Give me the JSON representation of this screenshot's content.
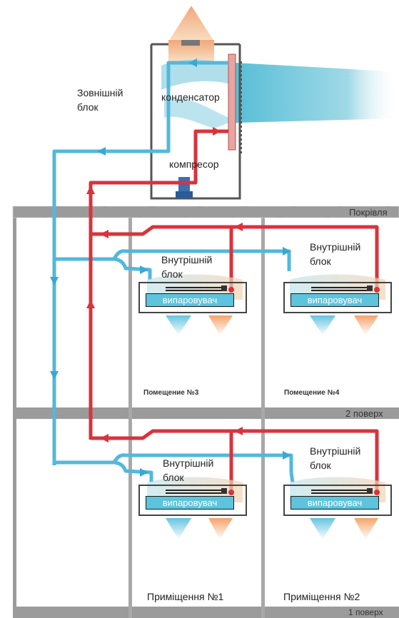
{
  "outdoor_unit": {
    "label_line1": "Зовнішній",
    "label_line2": "блок",
    "condenser": "конденсатор",
    "compressor": "компресор"
  },
  "floors": {
    "roof": "Покрівля",
    "floor2": "2 поверх",
    "floor1": "1 поверх"
  },
  "indoor_units": {
    "label_line1": "Внутрішній",
    "label_line2": "блок",
    "evaporator": "випаровувач"
  },
  "rooms": {
    "room3": "Помещение №3",
    "room4": "Помещение №4",
    "room1": "Приміщення №1",
    "room2": "Приміщення №2"
  },
  "colors": {
    "hot_line": "#d9333b",
    "cold_line": "#52b8dd",
    "floor_slab": "#9b9b9b",
    "evaporator": "#5ec3dc",
    "condenser": "#e9a3a0"
  }
}
